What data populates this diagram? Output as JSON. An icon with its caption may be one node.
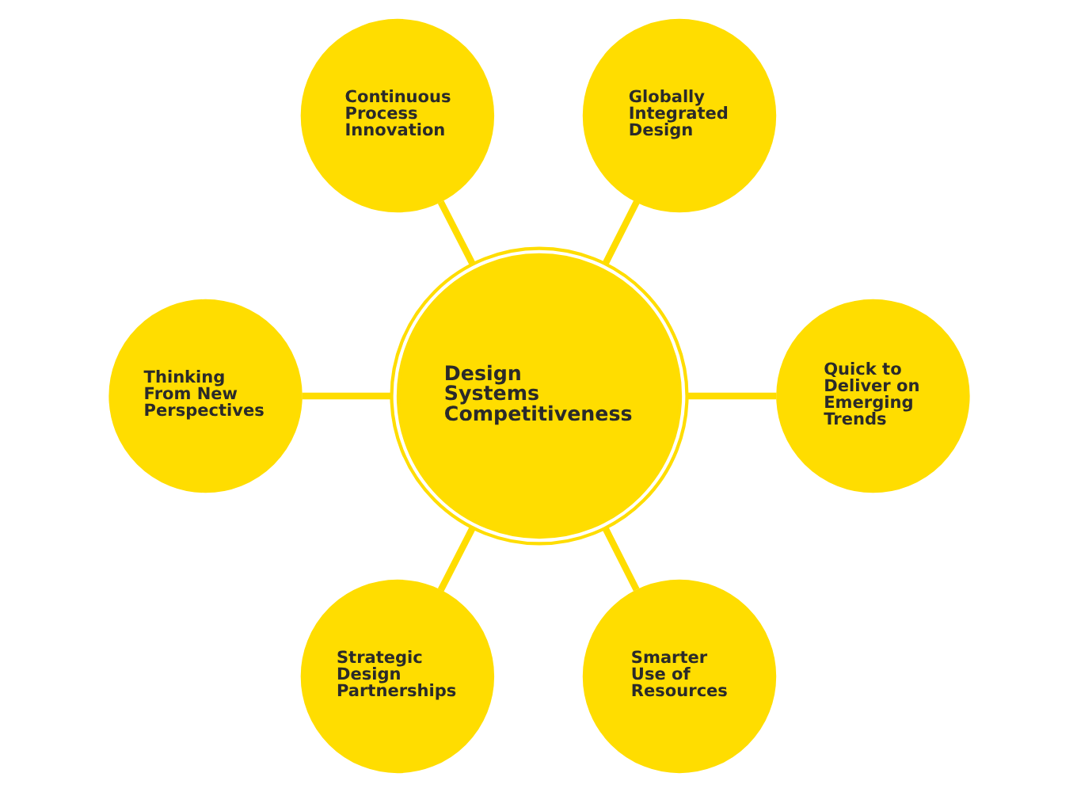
{
  "diagram": {
    "nodes": [
      {
        "text": [
          "Continuous Process Innovation"
        ]
      },
      {
        "text": [
          "Globally Integrated Design"
        ]
      },
      {
        "text": [
          "Thinking From New Perspectives"
        ]
      },
      {
        "text": [
          "Design Systems Competitiveness"
        ]
      },
      {
        "text": [
          "Quick to Deliver on Emerging Trends"
        ]
      },
      {
        "text": [
          "Strategic Design Partnerships"
        ]
      },
      {
        "text": [
          "Smarter Use of Resources"
        ]
      }
    ],
    "edges": [
      {
        "from": 3,
        "to": 0,
        "arrow": "none"
      },
      {
        "from": 3,
        "to": 1,
        "arrow": "none"
      },
      {
        "from": 3,
        "to": 4,
        "arrow": "none"
      },
      {
        "from": 3,
        "to": 6,
        "arrow": "none"
      },
      {
        "from": 3,
        "to": 5,
        "arrow": "none"
      },
      {
        "from": 3,
        "to": 2,
        "arrow": "none"
      }
    ]
  }
}
